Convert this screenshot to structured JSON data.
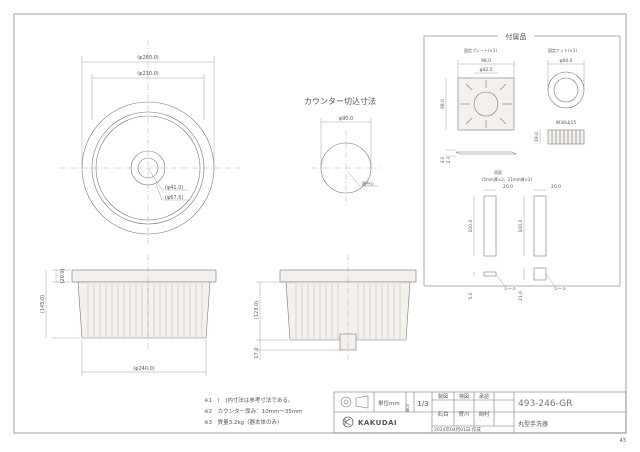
{
  "plan_view": {
    "dim_outer": "(φ260.0)",
    "dim_inner": "(φ230.0)",
    "dim_drain1": "(φ41.0)",
    "dim_drain2": "(φ67.5)"
  },
  "cutout": {
    "title": "カウンター切込寸法",
    "dim": "φ90.0",
    "note": "器中心"
  },
  "front_view": {
    "dim_height1": "(20.0)",
    "dim_height2": "(145.0)",
    "dim_bottom": "(φ240.0)"
  },
  "section_view": {
    "dim_height": "(123.0)",
    "dim_bottom": "17.0"
  },
  "accessories": {
    "title": "付属品",
    "plate_label": "固定プレート(×1)",
    "plate_dim_w": "98.0",
    "plate_dim_inner": "φ42.5",
    "plate_dim_h": "98.0",
    "plate_dim_t1": "4.0",
    "plate_dim_t2": "2.3",
    "nut_label": "固定ナット(×1)",
    "nut_dim": "φ60.0",
    "nut_thread": "W36山15",
    "nut_height": "19.0",
    "seal_label": "両面",
    "seal_note": "(5mm厚×2、21mm厚×2)",
    "seal_w1": "20.0",
    "seal_w2": "20.0",
    "seal_h1": "100.0",
    "seal_h2": "100.0",
    "seal_t1": "5.0",
    "seal_t2": "21.0",
    "seal_tag1": "シール",
    "seal_tag2": "シール"
  },
  "notes": [
    "※1　(　)内寸法は参考寸法である。",
    "※2　カウンター厚み：10mm～35mm",
    "※3　質量3.2kg（器本体のみ）"
  ],
  "title_block": {
    "unit_label": "単位mm",
    "scale_label": "尺度",
    "scale_value": "1/3",
    "draw_label": "製図",
    "check_label": "検図",
    "approve_label": "承認",
    "name1": "石目",
    "name2": "賀川",
    "name3": "岡村",
    "brand": "KAKUDAI",
    "date": "2024年04月01日 作成",
    "product_code": "493-246-GR",
    "product_name": "丸型手洗器"
  },
  "page_number": "43"
}
